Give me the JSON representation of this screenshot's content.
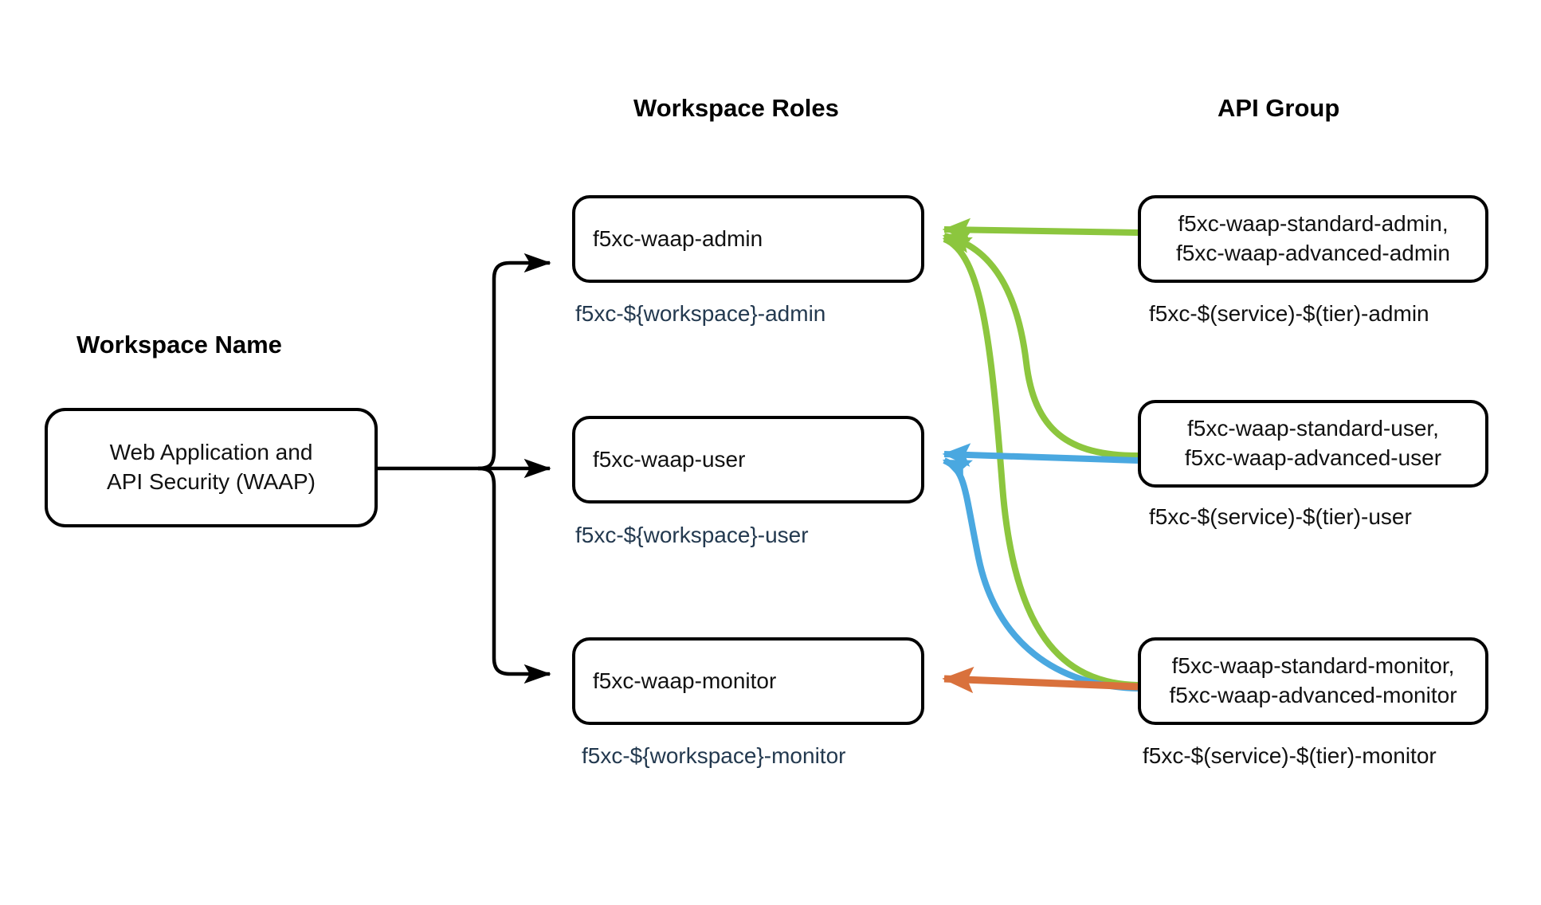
{
  "headings": {
    "workspace_name": "Workspace Name",
    "workspace_roles": "Workspace Roles",
    "api_group": "API Group"
  },
  "workspace": {
    "name_line1": "Web Application and",
    "name_line2": "API Security (WAAP)"
  },
  "workspace_roles": [
    {
      "id": "admin",
      "box_label": "f5xc-waap-admin",
      "pattern_label": "f5xc-${workspace}-admin"
    },
    {
      "id": "user",
      "box_label": "f5xc-waap-user",
      "pattern_label": "f5xc-${workspace}-user"
    },
    {
      "id": "monitor",
      "box_label": "f5xc-waap-monitor",
      "pattern_label": "f5xc-${workspace}-monitor"
    }
  ],
  "api_groups": [
    {
      "id": "admin",
      "box_line1": "f5xc-waap-standard-admin,",
      "box_line2": "f5xc-waap-advanced-admin",
      "pattern_label": "f5xc-$(service)-$(tier)-admin"
    },
    {
      "id": "user",
      "box_line1": "f5xc-waap-standard-user,",
      "box_line2": "f5xc-waap-advanced-user",
      "pattern_label": "f5xc-$(service)-$(tier)-user"
    },
    {
      "id": "monitor",
      "box_line1": "f5xc-waap-standard-monitor,",
      "box_line2": "f5xc-waap-advanced-monitor",
      "pattern_label": "f5xc-$(service)-$(tier)-monitor"
    }
  ],
  "colors": {
    "green_arrow": "#8CC63E",
    "blue_arrow": "#4AA8E0",
    "orange_arrow": "#D9713C",
    "box_border": "#000000",
    "box_text": "#111111",
    "pattern_blue_text": "#23394f",
    "background": "#ffffff"
  },
  "connections": [
    {
      "from": "api-admin",
      "to": "role-admin",
      "color": "#8CC63E",
      "shape": "straight"
    },
    {
      "from": "api-user",
      "to": "role-admin",
      "color": "#8CC63E",
      "shape": "curve"
    },
    {
      "from": "api-monitor",
      "to": "role-admin",
      "color": "#8CC63E",
      "shape": "curve"
    },
    {
      "from": "api-user",
      "to": "role-user",
      "color": "#4AA8E0",
      "shape": "straight"
    },
    {
      "from": "api-monitor",
      "to": "role-user",
      "color": "#4AA8E0",
      "shape": "curve"
    },
    {
      "from": "api-monitor",
      "to": "role-monitor",
      "color": "#D9713C",
      "shape": "straight"
    },
    {
      "from": "workspace",
      "to": "role-admin",
      "color": "#000000",
      "shape": "elbow"
    },
    {
      "from": "workspace",
      "to": "role-user",
      "color": "#000000",
      "shape": "straight"
    },
    {
      "from": "workspace",
      "to": "role-monitor",
      "color": "#000000",
      "shape": "elbow"
    }
  ]
}
